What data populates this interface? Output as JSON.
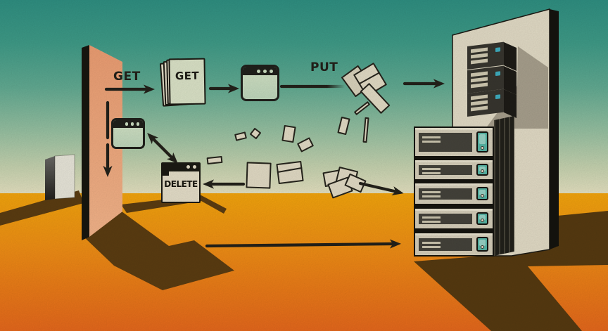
{
  "title": "HTTP request methods illustration (GET / PUT / DELETE between a client door and server racks)",
  "labels": {
    "get_arrow": "GET",
    "get_document": "GET",
    "put_arrow": "PUT",
    "delete_disk": "DELETE"
  },
  "scene_elements": [
    "open-door-client",
    "monolith-block",
    "get-document-stack",
    "browser-window-top",
    "browser-window-door",
    "delete-floppy-disk",
    "flying-papers",
    "open-folder-throwing-papers",
    "envelope-cluster",
    "wall-mounted-servers",
    "server-stack",
    "server-wall-panel"
  ],
  "flows": [
    {
      "label": "GET",
      "from": "door",
      "to": "document-stack"
    },
    {
      "label": "",
      "from": "document-stack",
      "to": "browser-window"
    },
    {
      "label": "PUT",
      "from": "browser-window",
      "to": "servers"
    },
    {
      "label": "",
      "from": "door",
      "direction": "down"
    },
    {
      "label": "",
      "between": [
        "browser-window-door",
        "delete-floppy"
      ],
      "bidirectional": true
    },
    {
      "label": "DELETE",
      "from": "paper",
      "to": "floppy"
    },
    {
      "label": "",
      "from": "envelopes",
      "to": "server-stack"
    },
    {
      "label": "",
      "from": "door-base",
      "to": "server-stack-base"
    }
  ],
  "palette": {
    "sky_top": "#2f9183",
    "sky_horizon": "#e9e5c4",
    "ground_top": "#f7a70c",
    "ground_bottom": "#e9691c",
    "shadow_brown": "#5c3d11",
    "door_salmon": "#f4a87c",
    "panel_beige": "#e6dfc9",
    "unit_beige": "#d9d2bd",
    "server_dark": "#38362f",
    "ink_black": "#23211a",
    "accent_teal": "#57b7a7",
    "led_blue": "#3fb0c2"
  }
}
